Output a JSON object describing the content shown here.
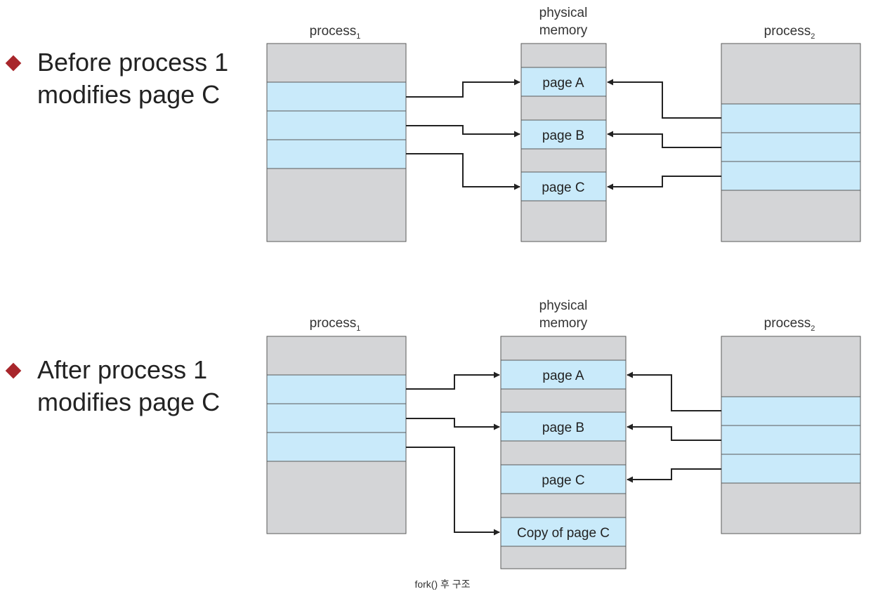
{
  "bullets": [
    {
      "lines": [
        "Before process 1",
        "modifies page C"
      ]
    },
    {
      "lines": [
        "After process 1",
        "modifies page C"
      ]
    }
  ],
  "labels": {
    "process_word": "process",
    "sub_one": "1",
    "sub_two": "2",
    "physical_line1": "physical",
    "physical_line2": "memory"
  },
  "pages": {
    "a": "page A",
    "b": "page B",
    "c": "page C",
    "copy_c": "Copy of page C"
  },
  "caption": "fork() 후 구조",
  "colors": {
    "page_fill": "#c9eafa",
    "empty_fill": "#d4d5d7",
    "outline": "#5a5a5a",
    "arrow": "#222222",
    "bullet_marker": "#a8262b"
  }
}
